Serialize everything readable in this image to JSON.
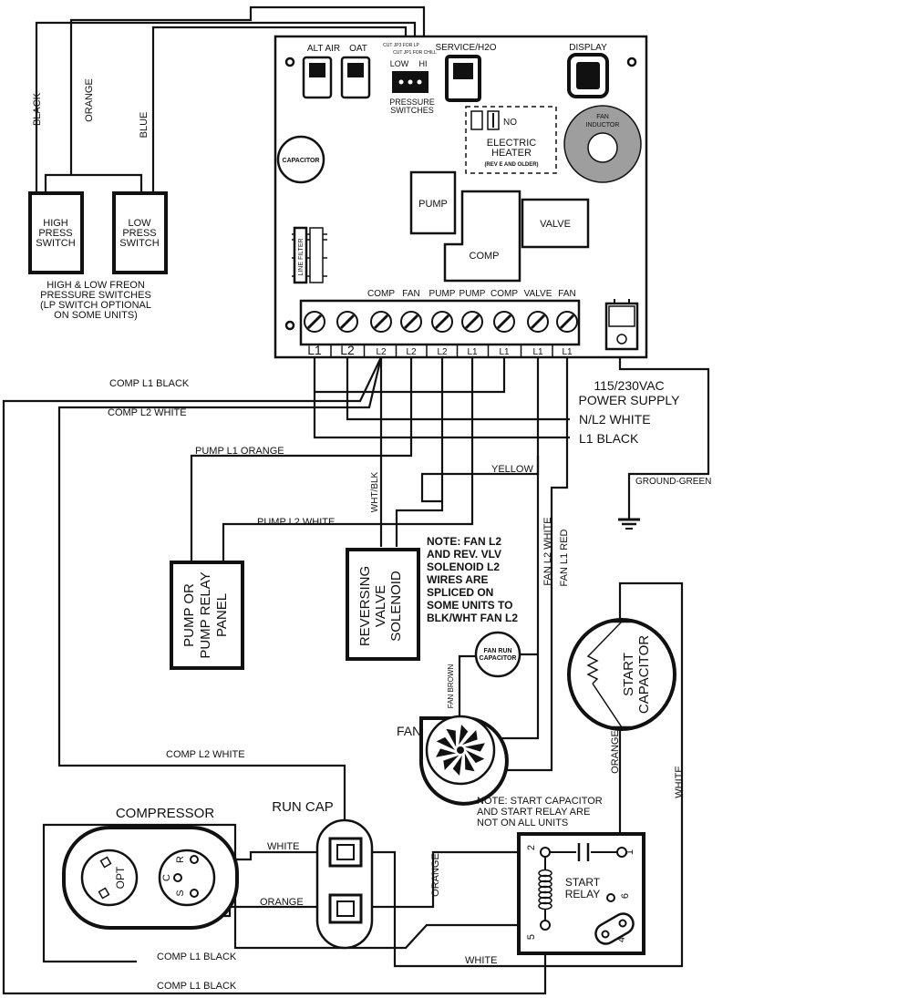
{
  "board": {
    "alt_air": "ALT AIR",
    "oat": "OAT",
    "cut_jp3": "CUT JP3 FOR LP",
    "cut_jp1": "CUT JP1 FOR CHILL",
    "low": "LOW",
    "hi": "HI",
    "pressure": "PRESSURE",
    "switches": "SWITCHES",
    "service_h2o": "SERVICE/H2O",
    "display": "DISPLAY",
    "fan_inductor_1": "FAN",
    "fan_inductor_2": "INDUCTOR",
    "no": "NO",
    "electric": "ELECTRIC",
    "heater": "HEATER",
    "rev_note": "(REV E AND OLDER)",
    "capacitor": "CAPACITOR",
    "pump": "PUMP",
    "valve": "VALVE",
    "comp": "COMP",
    "line_filter": "LINE FILTER",
    "term_top": [
      "",
      "",
      "COMP",
      "FAN",
      "PUMP",
      "PUMP",
      "COMP",
      "VALVE",
      "FAN"
    ],
    "term_bottom": [
      "L1",
      "L2",
      "L2",
      "L2",
      "L2",
      "L1",
      "L1",
      "L1",
      "L1"
    ]
  },
  "switches": {
    "black": "BLACK",
    "orange": "ORANGE",
    "blue": "BLUE",
    "high": [
      "HIGH",
      "PRESS",
      "SWITCH"
    ],
    "low": [
      "LOW",
      "PRESS",
      "SWITCH"
    ],
    "caption": [
      "HIGH & LOW FREON",
      "PRESSURE SWITCHES",
      "(LP SWITCH OPTIONAL",
      "ON SOME UNITS)"
    ]
  },
  "power": {
    "title": [
      "115/230VAC",
      "POWER SUPPLY"
    ],
    "n_l2": "N/L2 WHITE",
    "l1": "L1 BLACK",
    "ground": "GROUND-GREEN"
  },
  "wires": {
    "comp_l1_black": "COMP L1 BLACK",
    "comp_l2_white": "COMP L2 WHITE",
    "pump_l1_orange": "PUMP L1 ORANGE",
    "pump_l2_white": "PUMP L2 WHITE",
    "yellow": "YELLOW",
    "wht_blk": "WHT/BLK",
    "fan_l2_white": "FAN L2 WHITE",
    "fan_l1_red": "FAN L1 RED",
    "fan_brown": "FAN BROWN",
    "white": "WHITE",
    "orange": "ORANGE"
  },
  "components": {
    "pump_panel": [
      "PUMP OR",
      "PUMP RELAY",
      "PANEL"
    ],
    "rev_valve": [
      "REVERSING",
      "VALVE",
      "SOLENOID"
    ],
    "fan_note": [
      "NOTE: FAN L2",
      "AND REV. VLV",
      "SOLENOID L2",
      "WIRES ARE",
      "SPLICED ON",
      "SOME UNITS TO",
      "BLK/WHT FAN L2"
    ],
    "fan_run_cap": [
      "FAN RUN",
      "CAPACITOR"
    ],
    "fan": "FAN",
    "start_cap": [
      "START",
      "CAPACITOR"
    ],
    "start_note": [
      "NOTE: START CAPACITOR",
      "AND START RELAY ARE",
      "NOT ON ALL UNITS"
    ],
    "compressor": "COMPRESSOR",
    "opt": "OPT",
    "c": "C",
    "r": "R",
    "s": "S",
    "run_cap": "RUN CAP",
    "start_relay": [
      "START",
      "RELAY"
    ],
    "relay_pins": [
      "1",
      "2",
      "4",
      "5",
      "6"
    ]
  }
}
